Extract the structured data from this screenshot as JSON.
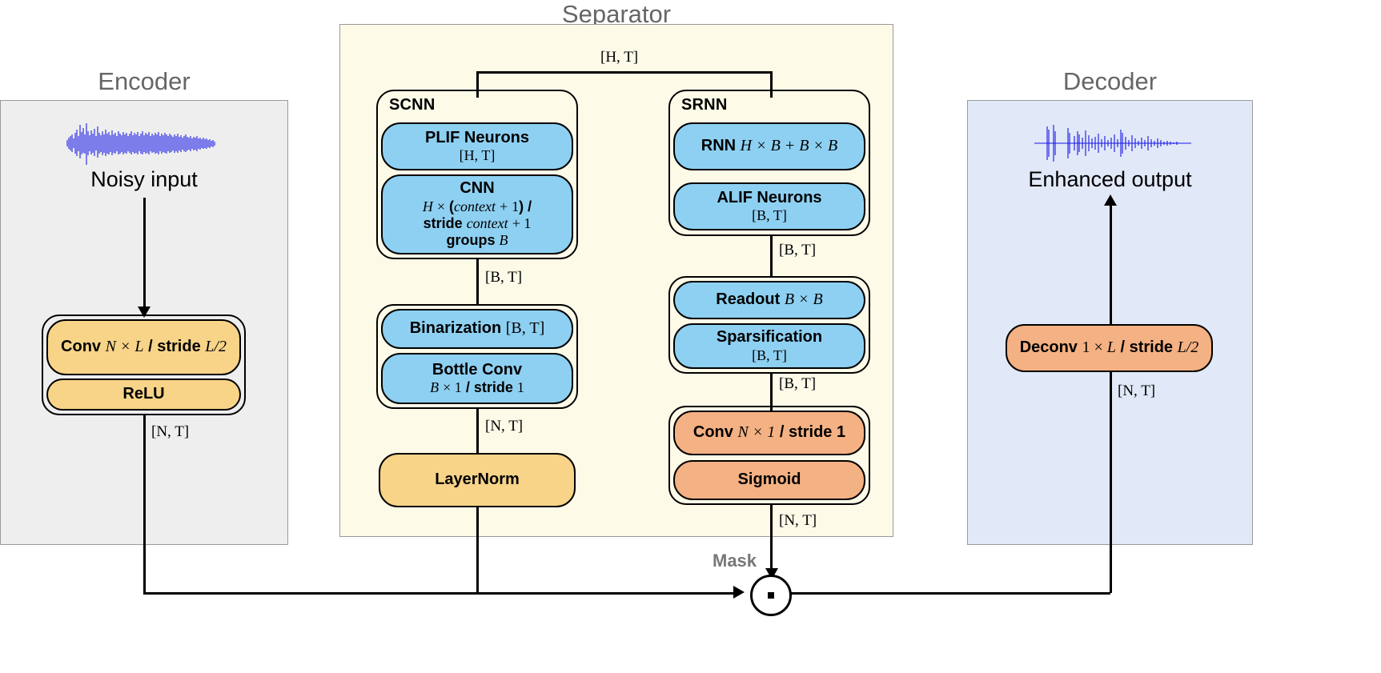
{
  "panels": {
    "encoder": {
      "title": "Encoder",
      "bg": "#eeeeee"
    },
    "separator": {
      "title": "Separator",
      "bg": "#fdfae8"
    },
    "decoder": {
      "title": "Decoder",
      "bg": "#e1e8f7"
    }
  },
  "encoder": {
    "waveform_label": "Noisy input",
    "conv": {
      "line1_pre": "Conv ",
      "line1_math": "N × L",
      "line1_mid": " / stride ",
      "line1_math2": "L/2"
    },
    "relu": "ReLU",
    "out_dim": "[N, T]"
  },
  "separator": {
    "feedback_dim": "[H, T]",
    "scnn": {
      "label": "SCNN",
      "plif": {
        "line1": "PLIF Neurons",
        "line2": "[H, T]"
      },
      "cnn": {
        "line1": "CNN",
        "line2": "H × (context + 1) /",
        "line3": "stride context + 1",
        "line4": "groups B"
      },
      "mid_dim": "[B, T]",
      "binarization": {
        "line1": "Binarization ",
        "dims": "[B, T]"
      },
      "bottle": {
        "line1": "Bottle Conv",
        "line2": "B × 1 / stride 1"
      },
      "out_dim": "[N, T]",
      "layernorm": "LayerNorm"
    },
    "srnn": {
      "label": "SRNN",
      "rnn": {
        "line1_pre": "RNN ",
        "line1_math": "H × B + B × B"
      },
      "alif": {
        "line1": "ALIF Neurons",
        "line2": "[B, T]"
      },
      "dim1": "[B, T]",
      "readout": {
        "line1_pre": "Readout ",
        "line1_math": "B × B"
      },
      "sparsification": {
        "line1": "Sparsification",
        "line2": "[B, T]"
      },
      "dim2": "[B, T]",
      "conv": {
        "line1_pre": "Conv ",
        "line1_math": "N × 1",
        "line1_mid": " / stride 1"
      },
      "sigmoid": "Sigmoid",
      "out_dim": "[N, T]"
    }
  },
  "decoder": {
    "waveform_label": "Enhanced output",
    "deconv": {
      "line1_pre": "Deconv ",
      "line1_math": "1 × L",
      "line1_mid": " / stride ",
      "line1_math2": "L/2"
    },
    "in_dim": "[N, T]"
  },
  "mask_label": "Mask",
  "multiply_symbol": "·"
}
